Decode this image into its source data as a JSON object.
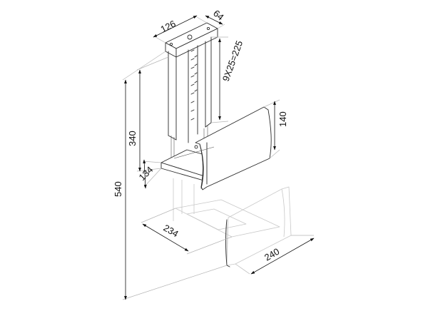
{
  "dimensions": {
    "width_top": "126",
    "depth_top": "64",
    "slots": "9X25=225",
    "bracket_height": "140",
    "inner_height": "340",
    "small_depth": "134",
    "total_height": "540",
    "max_depth": "234",
    "max_width": "240"
  }
}
